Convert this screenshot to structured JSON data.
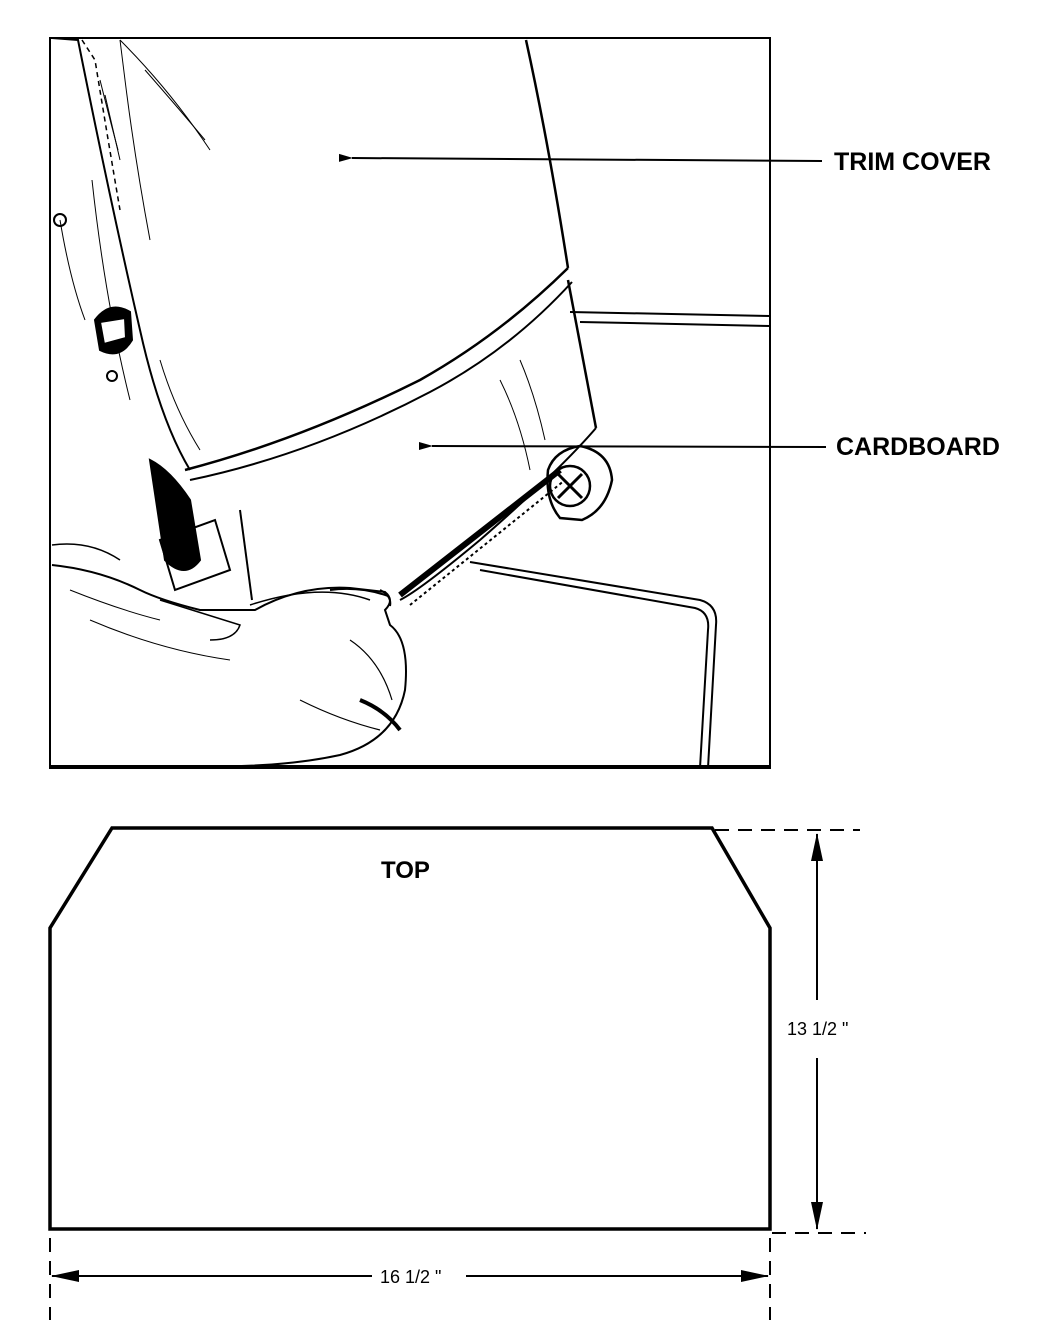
{
  "labels": {
    "trim_cover": "TRIM COVER",
    "cardboard": "CARDBOARD",
    "top": "TOP",
    "height_dim": "13 1/2 \"",
    "width_dim": "16 1/2 \""
  },
  "colors": {
    "ink": "#000000",
    "paper": "#ffffff"
  }
}
